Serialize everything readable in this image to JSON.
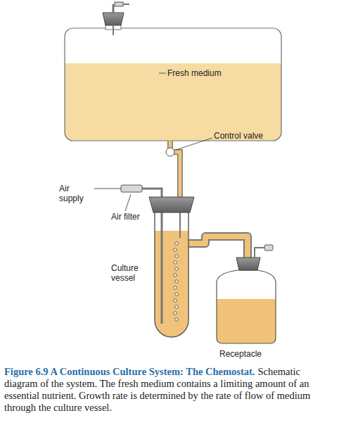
{
  "diagram": {
    "title": "Figure 6.9 A Continuous Culture System: The Chemostat.",
    "caption": "Schematic diagram of the system. The fresh medium contains a limiting amount of an essential nutrient. Growth rate is determined by the rate of flow of medium through the culture vessel.",
    "labels": [
      "Fresh medium",
      "Control valve",
      "Air supply",
      "Air filter",
      "Culture vessel",
      "Receptacle"
    ]
  }
}
